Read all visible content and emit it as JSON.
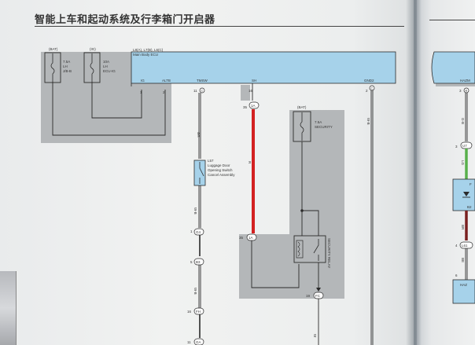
{
  "page": {
    "title": "智能上车和起动系统及行李箱门开启器"
  },
  "ecu": {
    "header": "L8(A), L7(B), L6(C)",
    "name": "Main Body ECU",
    "pins": {
      "ig_label": "IG",
      "ig_num": "1",
      "altb_label": "ALTB",
      "altb_num": "2",
      "tmsw_label": "TMSW",
      "tmsw_num": "11",
      "tmsw_conn": "C",
      "sh_label": "SH",
      "sh_num": "16",
      "gnd2_label": "GND2",
      "gnd2_num": "2",
      "gnd2_conn": "C"
    }
  },
  "fuses": {
    "bat": {
      "tag": "(BAT)",
      "rating": "7.5A",
      "name": "LH",
      "box": "J/B-B"
    },
    "ig": {
      "tag": "(IG)",
      "rating": "10A",
      "name": "LH",
      "box": "ECU-IG"
    },
    "security": {
      "tag": "(BAT)",
      "rating": "7.5A",
      "name": "SECURITY"
    }
  },
  "switch": {
    "code": "L57",
    "line1": "Luggage Door",
    "line2": "Opening Switch",
    "line3": "Cancel Assembly"
  },
  "relay": {
    "name": "SECURITY RELAY"
  },
  "wires": {
    "tmsw_color": "GR",
    "sh_color": "R",
    "gnd2_color": "W-B",
    "after_switch": "W-B",
    "lower_left": "W-B",
    "bottom": "W"
  },
  "connectors": {
    "sh_conn": {
      "num": "35",
      "id": "1A"
    },
    "relay_in": {
      "num": "35",
      "id": "1A"
    },
    "relay_out": {
      "num": "19",
      "id": "FC"
    },
    "c1": {
      "num": "1",
      "id": "G4"
    },
    "c2": {
      "num": "5",
      "id": "B3"
    },
    "c3": {
      "num": "16",
      "id": "FH"
    },
    "c4": {
      "num": "11",
      "id": "GA"
    }
  },
  "right_page": {
    "hazm_label": "HAZM",
    "hazm_num": "3",
    "hazm_conn": "B",
    "color_top": "G-B",
    "c_u7": {
      "num": "3",
      "id": "U7"
    },
    "color_mid": "LG",
    "block_label": "F",
    "block_id": "B2",
    "color_low": "BR",
    "c_l61": {
      "num": "4",
      "id": "L61"
    },
    "color_be": "BE",
    "haz_num": "6",
    "haz_label": "HAZ"
  },
  "colors": {
    "ecu_fill": "#a6d2ea",
    "shade": "#b3b6b8",
    "red_wire": "#d32121",
    "green_wire": "#58b04b",
    "brown_wire": "#7a2020",
    "line": "#2b2b2b"
  }
}
